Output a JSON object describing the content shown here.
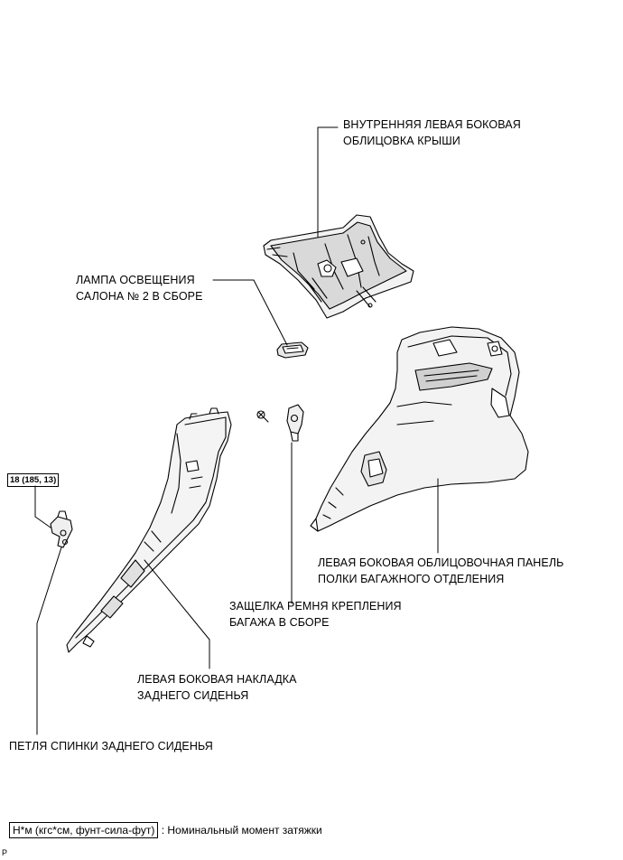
{
  "labels": {
    "roof_trim": [
      "ВНУТРЕННЯЯ ЛЕВАЯ БОКОВАЯ",
      "ОБЛИЦОВКА КРЫШИ"
    ],
    "room_lamp": [
      "ЛАМПА ОСВЕЩЕНИЯ",
      "САЛОНА № 2 В СБОРЕ"
    ],
    "deck_trim": [
      "ЛЕВАЯ БОКОВАЯ ОБЛИЦОВОЧНАЯ ПАНЕЛЬ",
      "ПОЛКИ БАГАЖНОГО ОТДЕЛЕНИЯ"
    ],
    "belt_hook": [
      "ЗАЩЕЛКА РЕМНЯ КРЕПЛЕНИЯ",
      "БАГАЖА В СБОРЕ"
    ],
    "seatback_garnish": [
      "ЛЕВАЯ БОКОВАЯ НАКЛАДКА",
      "ЗАДНЕГО СИДЕНЬЯ"
    ],
    "seatback_hinge": [
      "ПЕТЛЯ СПИНКИ ЗАДНЕГО СИДЕНЬЯ"
    ]
  },
  "torque": "18 (185, 13)",
  "legend": {
    "unit": "Н*м (кгс*см, фунт-сила-фут)",
    "text": ": Номинальный момент затяжки"
  },
  "corner_code": "P"
}
